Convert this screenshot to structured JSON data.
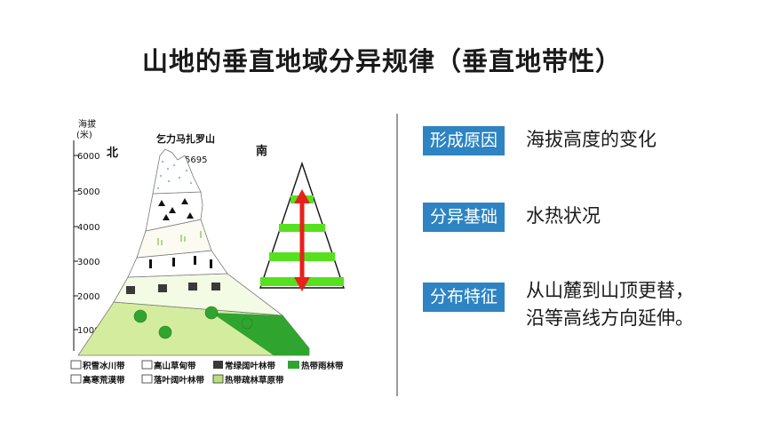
{
  "title": "山地的垂直地域分异规律（垂直地带性）",
  "diagram": {
    "axis_label": "海拔",
    "axis_unit": "(米)",
    "north": "北",
    "south": "南",
    "peak_name": "乞力马扎罗山",
    "peak_elevation": "5695",
    "ticks": [
      "6000",
      "5000",
      "4000",
      "3000",
      "2000",
      "1000"
    ],
    "legend": [
      "积雪冰川带",
      "高山草甸带",
      "常绿阔叶林带",
      "热带雨林带",
      "高寒荒漠带",
      "落叶阔叶林带",
      "热带疏林草原带"
    ],
    "colors": {
      "rainforest": "#2fa52f",
      "bar_green": "#56e01e",
      "arrow_red": "#e8211b"
    }
  },
  "rows": [
    {
      "tag": "形成原因",
      "desc": [
        "海拔高度的变化"
      ]
    },
    {
      "tag": "分异基础",
      "desc": [
        "水热状况"
      ]
    },
    {
      "tag": "分布特征",
      "desc": [
        "从山麓到山顶更替，",
        "沿等高线方向延伸。"
      ]
    }
  ]
}
